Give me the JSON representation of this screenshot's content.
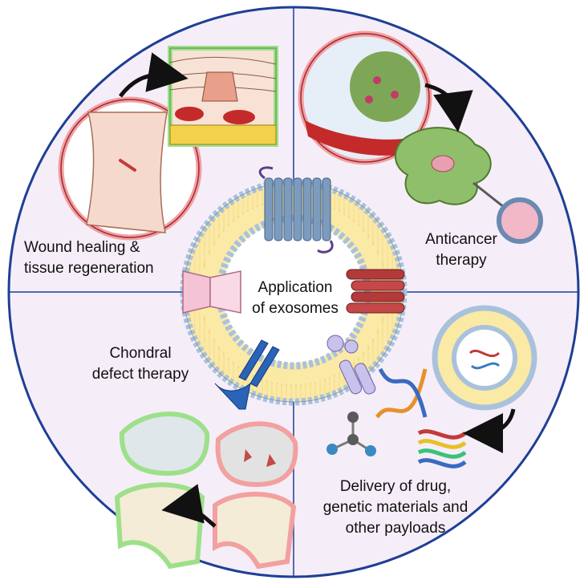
{
  "center": {
    "line1": "Application",
    "line2": "of exosomes"
  },
  "quadrants": {
    "wound": {
      "line1": "Wound healing &",
      "line2": "tissue regeneration"
    },
    "anticancer": {
      "line1": "Anticancer",
      "line2": "therapy"
    },
    "chondral": {
      "line1": "Chondral",
      "line2": "defect therapy"
    },
    "delivery": {
      "line1": "Delivery of drug,",
      "line2": "genetic materials and",
      "line3": "other payloads"
    }
  },
  "colors": {
    "outer_ring": "#1f3f95",
    "background": "#f5eef8",
    "lipid_head": "#a9c2dc",
    "lipid_tail": "#f3d36b",
    "glow_green": "#9ee08a",
    "glow_red": "#f2a0a0",
    "arrow": "#111111"
  }
}
